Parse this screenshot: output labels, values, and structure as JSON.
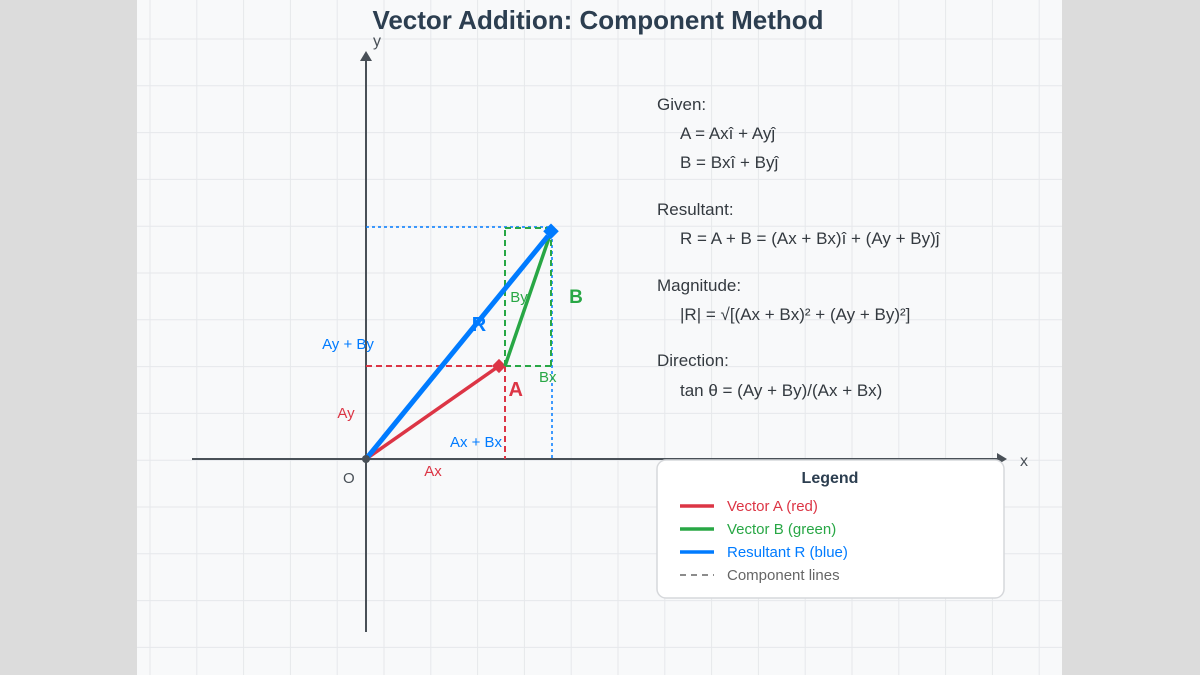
{
  "title": "Vector Addition: Component Method",
  "axes": {
    "x_label": "x",
    "y_label": "y",
    "origin_label": "O"
  },
  "vectors": {
    "a_label": "A",
    "b_label": "B",
    "r_label": "R"
  },
  "component_labels": {
    "ax": "Ax",
    "ay": "Ay",
    "bx": "Bx",
    "by": "By",
    "ax_bx": "Ax + Bx",
    "ay_by": "Ay + By"
  },
  "equations": {
    "given_heading": "Given:",
    "given_a": "A = Axî + Ayĵ",
    "given_b": "B = Bxî + Byĵ",
    "resultant_heading": "Resultant:",
    "resultant": "R = A + B = (Ax + Bx)î + (Ay + By)ĵ",
    "magnitude_heading": "Magnitude:",
    "magnitude": "|R| = √[(Ax + Bx)² + (Ay + By)²]",
    "direction_heading": "Direction:",
    "direction": "tan θ = (Ay + By)/(Ax + Bx)"
  },
  "legend": {
    "title": "Legend",
    "items": [
      {
        "label": "Vector A (red)",
        "color": "#dc3545",
        "style": "solid"
      },
      {
        "label": "Vector B (green)",
        "color": "#28a745",
        "style": "solid"
      },
      {
        "label": "Resultant R (blue)",
        "color": "#007bff",
        "style": "solid"
      },
      {
        "label": "Component lines",
        "color": "#666666",
        "style": "dashed"
      }
    ]
  },
  "colors": {
    "a": "#dc3545",
    "b": "#28a745",
    "r": "#007bff",
    "axis": "#495057",
    "title": "#2c3e50"
  }
}
